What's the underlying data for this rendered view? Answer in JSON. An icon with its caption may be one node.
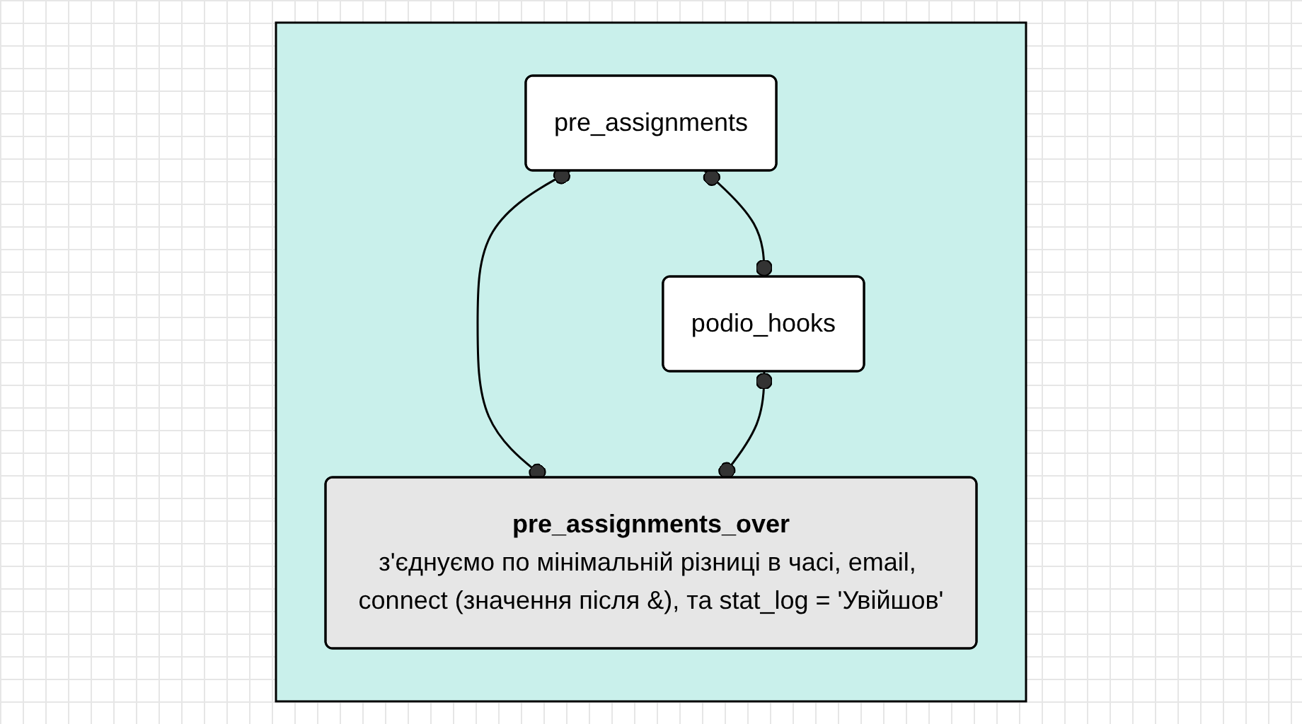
{
  "diagram": {
    "nodes": [
      {
        "text": [],
        "shape": "box"
      },
      {
        "text": [
          "pre_assignments"
        ],
        "in": 0
      },
      {
        "text": [
          "podio_hooks"
        ],
        "in": 0
      },
      {
        "text": [
          "pre_assignments_over",
          "з'єднуємо по мінімальній різниці в часі, email, connect (значення після &), та stat_log = 'Увійшов'"
        ],
        "in": 0
      }
    ],
    "edges": [
      {
        "from": 1,
        "to": 2,
        "arrow": "other"
      },
      {
        "from": 1,
        "to": 3,
        "arrow": "other"
      },
      {
        "from": 2,
        "to": 3,
        "arrow": "other"
      }
    ]
  }
}
